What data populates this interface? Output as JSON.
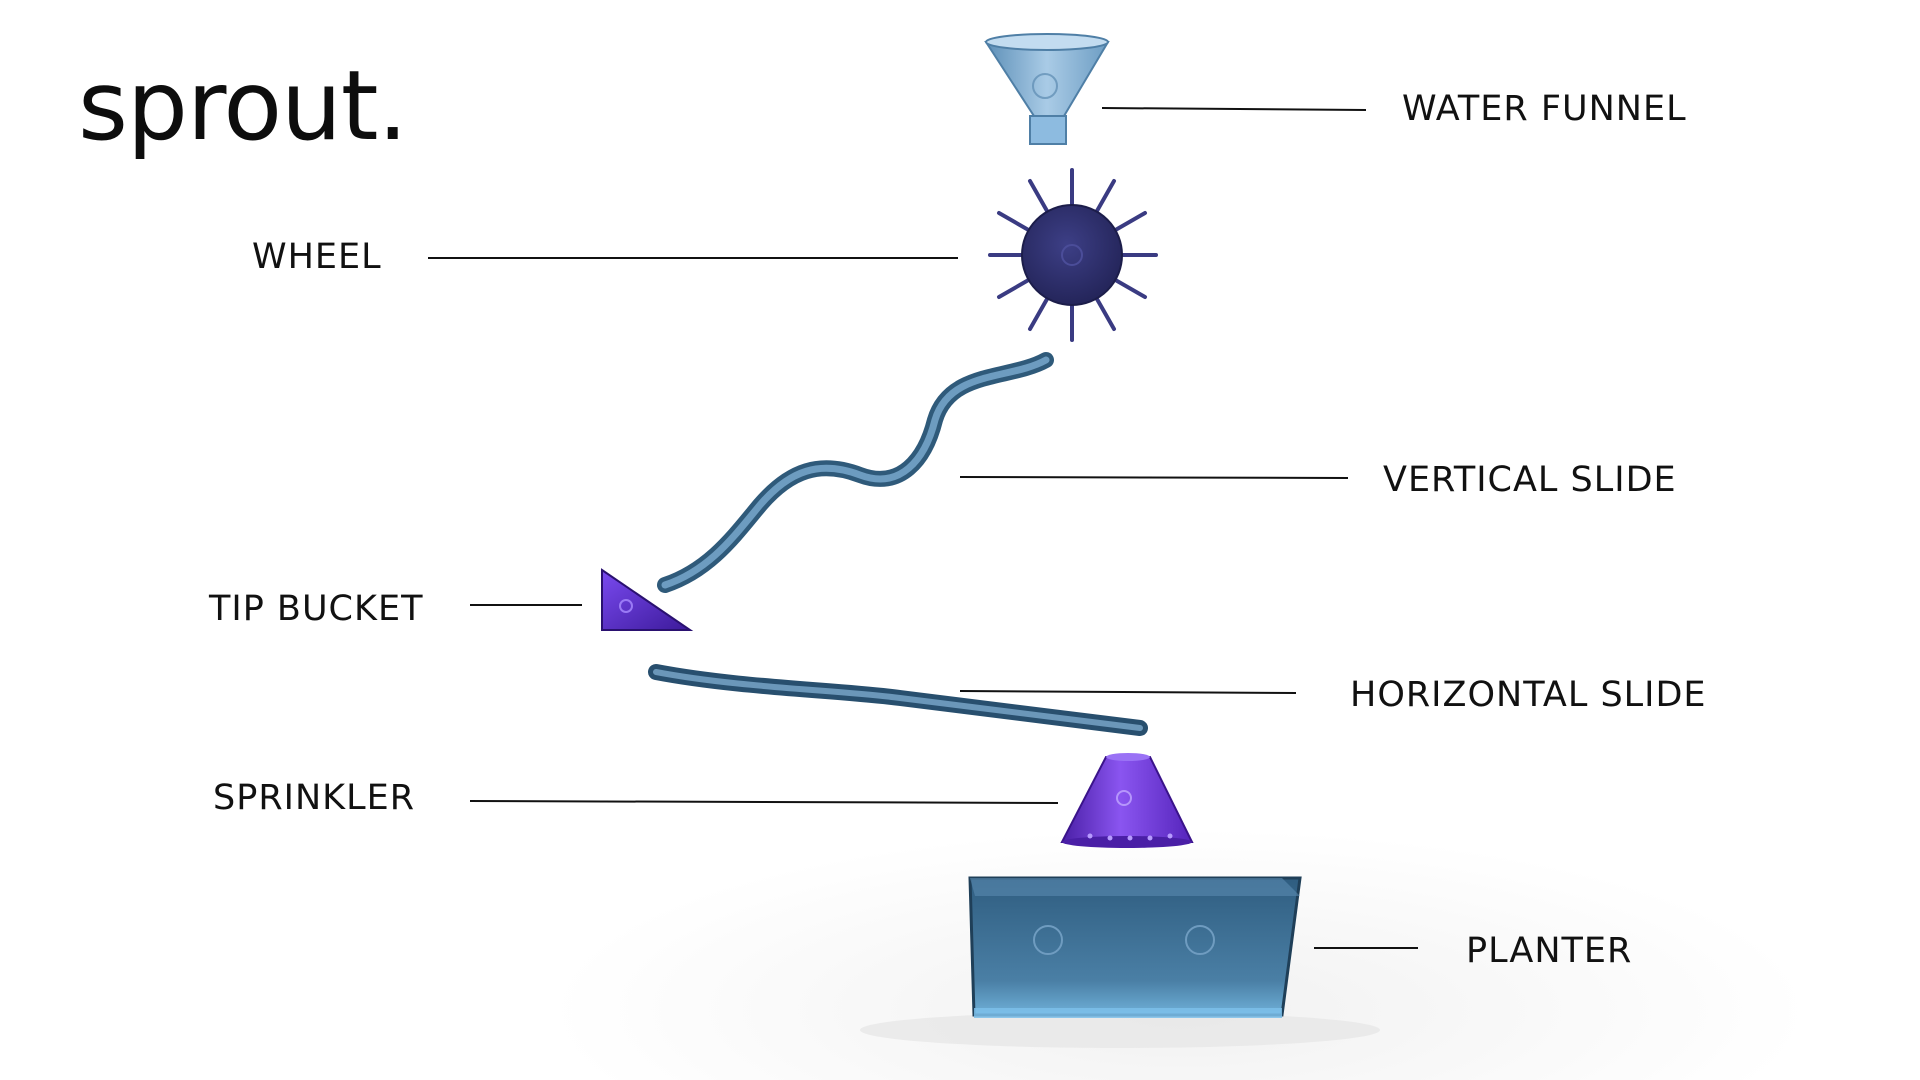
{
  "brand": {
    "name": "sprout."
  },
  "labels": {
    "water_funnel": "WATER FUNNEL",
    "wheel": "WHEEL",
    "vertical_slide": "VERTICAL SLIDE",
    "tip_bucket": "TIP BUCKET",
    "horizontal_slide": "HORIZONTAL SLIDE",
    "sprinkler": "SPRINKLER",
    "planter": "PLANTER"
  },
  "colors": {
    "funnel": "#7fb0d6",
    "wheel": "#2e2f6e",
    "slide": "#3f6f93",
    "bucket": "#5a2fc0",
    "sprinkler": "#6a2fd6",
    "planter": "#3d6f94",
    "leader_line": "#111111"
  }
}
